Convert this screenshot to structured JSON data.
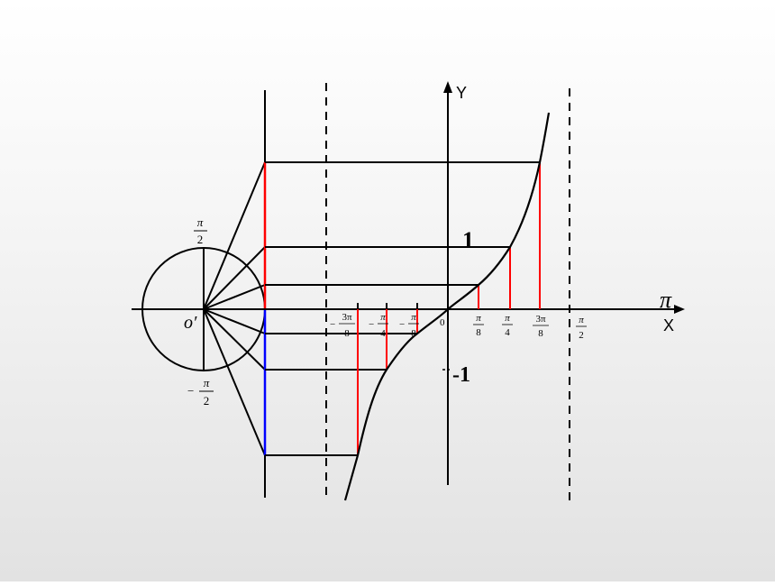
{
  "axes": {
    "y_label": "Y",
    "x_label": "X",
    "pi_mark": "π",
    "origin": "0",
    "one": "1",
    "minus_one": "-1"
  },
  "circle": {
    "center_label": "o′",
    "top_num": "π",
    "top_den": "2",
    "bottom_sign": "−",
    "bottom_num": "π",
    "bottom_den": "2"
  },
  "ticks": {
    "pos": [
      {
        "num": "π",
        "den": "8"
      },
      {
        "num": "π",
        "den": "4"
      },
      {
        "num": "3π",
        "den": "8"
      },
      {
        "num": "π",
        "den": "2"
      }
    ],
    "neg": [
      {
        "sign": "−",
        "num": "3π",
        "den": "8"
      },
      {
        "sign": "−",
        "num": "π",
        "den": "4"
      },
      {
        "sign": "−",
        "num": "π",
        "den": "8"
      }
    ]
  },
  "colors": {
    "line": "#000000",
    "red": "#ff0000",
    "blue": "#0000ff"
  }
}
